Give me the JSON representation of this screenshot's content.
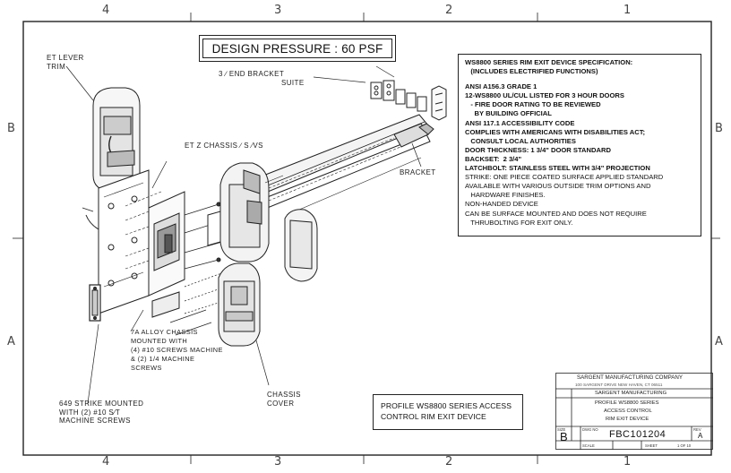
{
  "zones": {
    "top": [
      "4",
      "3",
      "2",
      "1"
    ],
    "bottom": [
      "4",
      "3",
      "2",
      "1"
    ],
    "left": [
      "B",
      "A"
    ],
    "right": [
      "B",
      "A"
    ]
  },
  "title": "DESIGN PRESSURE : 60 PSF",
  "callouts": {
    "lever_trim": [
      "ET LEVER",
      "TRIM"
    ],
    "end_bracket": [
      "3 ∕ END BRACKET",
      "SUITE"
    ],
    "chassis": [
      "ET Z CHASSIS ∕ S ∕VS"
    ],
    "bracket": [
      "BRACKET"
    ],
    "alloy_chassis": [
      "7A ALLOY CHASSIS",
      "MOUNTED WITH",
      "(4) #10 SCREWS MACHINE",
      "& (2) 1/4 MACHINE",
      "SCREWS"
    ],
    "strike": [
      "649 STRIKE MOUNTED",
      "WITH (2) #10 S∕T",
      "MACHINE SCREWS"
    ],
    "chassis_cover": [
      "CHASSIS",
      "COVER"
    ]
  },
  "spec": {
    "lines": [
      {
        "text": "WS8800 SERIES RIM EXIT DEVICE SPECIFICATION:",
        "bold": true
      },
      {
        "text": "   (INCLUDES ELECTRIFIED FUNCTIONS)",
        "bold": true
      },
      {
        "text": "",
        "bold": false
      },
      {
        "text": "ANSI A156.3 GRADE 1",
        "bold": true
      },
      {
        "text": "12-WS8800 UL/CUL LISTED FOR 3 HOUR DOORS",
        "bold": true
      },
      {
        "text": "   - FIRE DOOR RATING TO BE REVIEWED",
        "bold": true
      },
      {
        "text": "     BY BUILDING OFFICIAL",
        "bold": true
      },
      {
        "text": "ANSI 117.1 ACCESSIBILITY CODE",
        "bold": true
      },
      {
        "text": "COMPLIES WITH AMERICANS WITH DISABILITIES ACT;",
        "bold": true
      },
      {
        "text": "   CONSULT LOCAL AUTHORITIES",
        "bold": true
      },
      {
        "text": "DOOR THICKNESS: 1 3/4\" DOOR STANDARD",
        "bold": true
      },
      {
        "text": "BACKSET:  2 3/4\"",
        "bold": true
      },
      {
        "text": "LATCHBOLT: STAINLESS STEEL WITH 3/4\" PROJECTION",
        "bold": true
      },
      {
        "text": "STRIKE: ONE PIECE COATED SURFACE APPLIED STANDARD",
        "bold": false
      },
      {
        "text": "AVAILABLE WITH VARIOUS OUTSIDE TRIM OPTIONS AND",
        "bold": false
      },
      {
        "text": "   HARDWARE FINISHES.",
        "bold": false
      },
      {
        "text": "NON-HANDED DEVICE",
        "bold": false
      },
      {
        "text": "CAN BE SURFACE MOUNTED AND DOES NOT REQUIRE",
        "bold": false
      },
      {
        "text": "   THRUBOLTING FOR EXIT ONLY.",
        "bold": false
      }
    ]
  },
  "profile": {
    "line1": "PROFILE WS8800 SERIES ACCESS",
    "line2": "CONTROL RIM EXIT DEVICE"
  },
  "title_block": {
    "company": "SARGENT MANUFACTURING COMPANY",
    "company_sub": "100 SARGENT DRIVE NEW HAVEN, CT 06511",
    "product_line": "SARGENT MANUFACTURING",
    "title_1": "PROFILE WS8800 SERIES",
    "title_2": "ACCESS CONTROL",
    "title_3": "RIM EXIT DEVICE",
    "size_label": "SIZE",
    "size_value": "B",
    "dwg_label": "DWG NO",
    "dwg_no": "FBC101204",
    "rev_label": "REV",
    "rev_value": "A",
    "scale_label": "SCALE",
    "sheet_label": "SHEET",
    "sheet_value": "1 OF 10"
  }
}
